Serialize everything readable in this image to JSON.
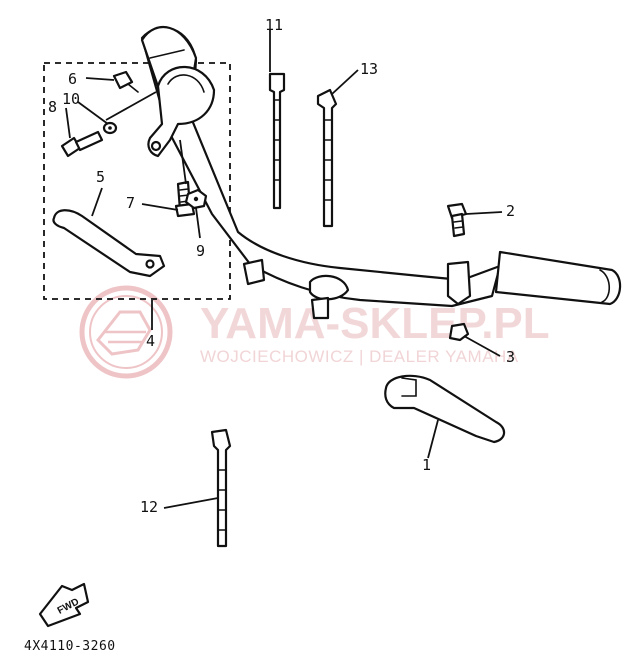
{
  "diagram": {
    "callouts": {
      "c1a": "1",
      "c1b": "1",
      "c2": "2",
      "c3": "3",
      "c4": "4",
      "c5": "5",
      "c6": "6",
      "c7": "7",
      "c8": "8",
      "c9": "9",
      "c10": "10",
      "c12": "12",
      "c13": "13"
    },
    "fwd_label": "FWD",
    "diagram_code": "4X4110-3260"
  },
  "watermark": {
    "title": "YAMA-SKLEP.PL",
    "subtitle": "WOJCIECHOWICZ | DEALER YAMAHA",
    "colors": {
      "logo": "#e49ea3",
      "text": "#e8b8bb"
    }
  }
}
